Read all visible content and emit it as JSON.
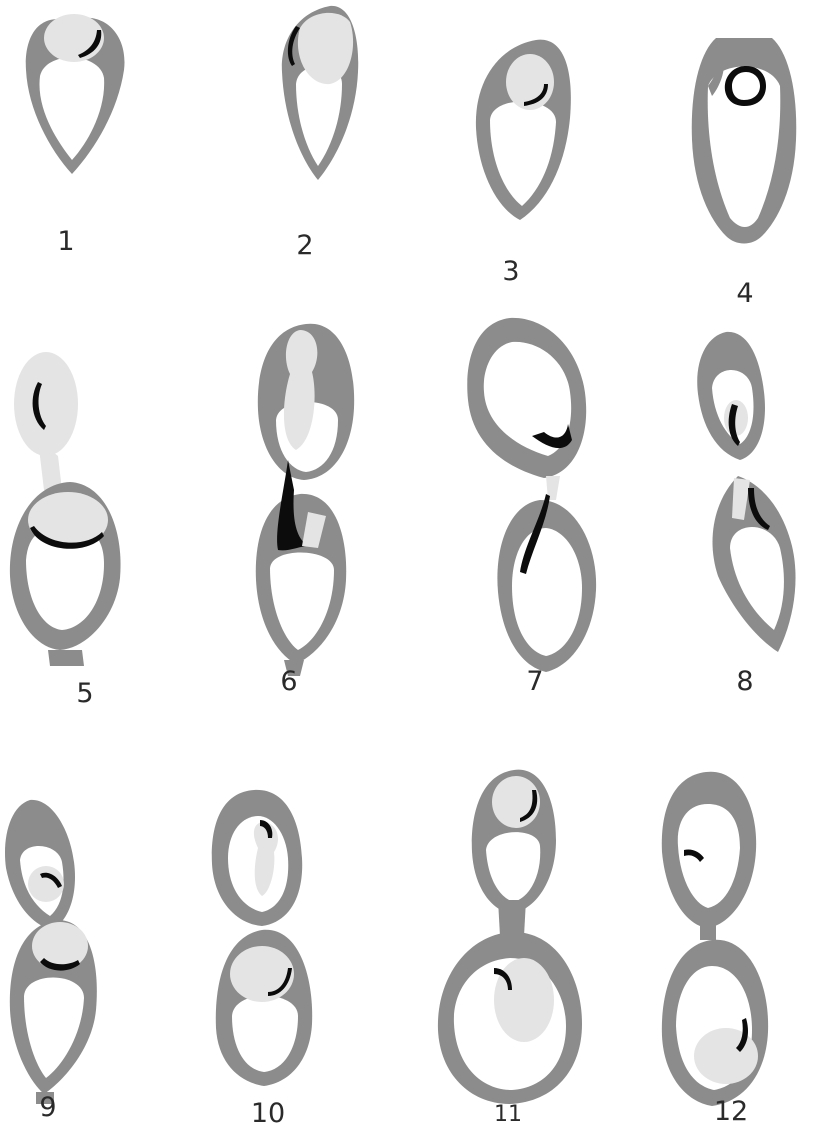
{
  "plate": {
    "colors": {
      "wall": "#8c8c8c",
      "vacuole": "#ffffff",
      "body": "#e4e4e4",
      "crescent": "#0c0c0c"
    },
    "figures": [
      {
        "label": "1"
      },
      {
        "label": "2"
      },
      {
        "label": "3"
      },
      {
        "label": "4"
      },
      {
        "label": "5"
      },
      {
        "label": "6"
      },
      {
        "label": "7"
      },
      {
        "label": "8"
      },
      {
        "label": "9"
      },
      {
        "label": "10"
      },
      {
        "label": "11"
      },
      {
        "label": "12"
      }
    ]
  }
}
